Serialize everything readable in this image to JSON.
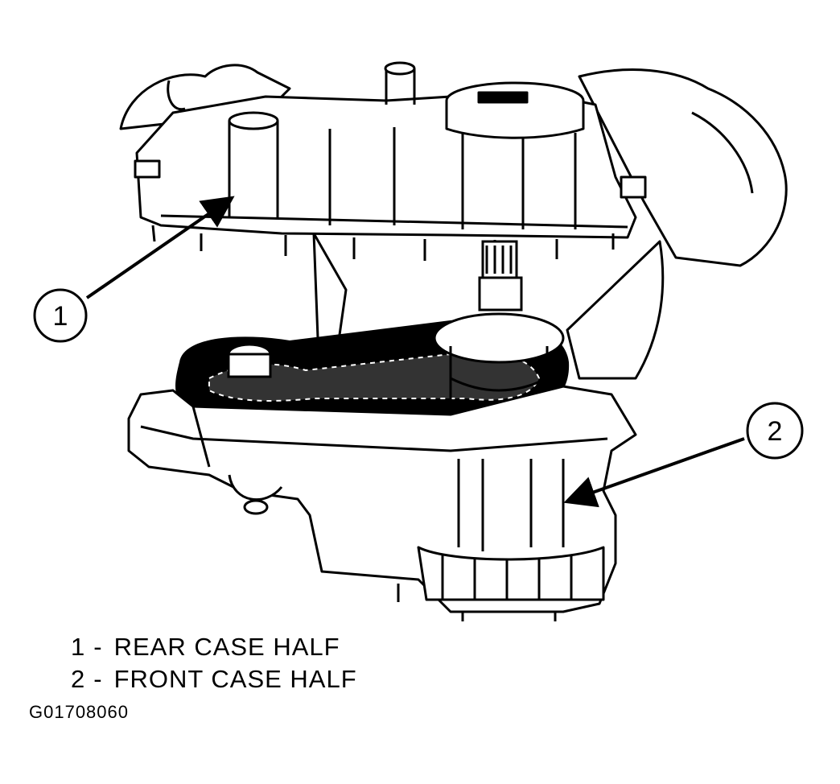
{
  "callouts": [
    {
      "number": "1"
    },
    {
      "number": "2"
    }
  ],
  "legend": [
    {
      "number": "1",
      "separator": "-",
      "text": "REAR CASE HALF"
    },
    {
      "number": "2",
      "separator": "-",
      "text": "FRONT CASE HALF"
    }
  ],
  "figure_id": "G01708060",
  "colors": {
    "ink": "#000000",
    "paper": "#ffffff"
  }
}
